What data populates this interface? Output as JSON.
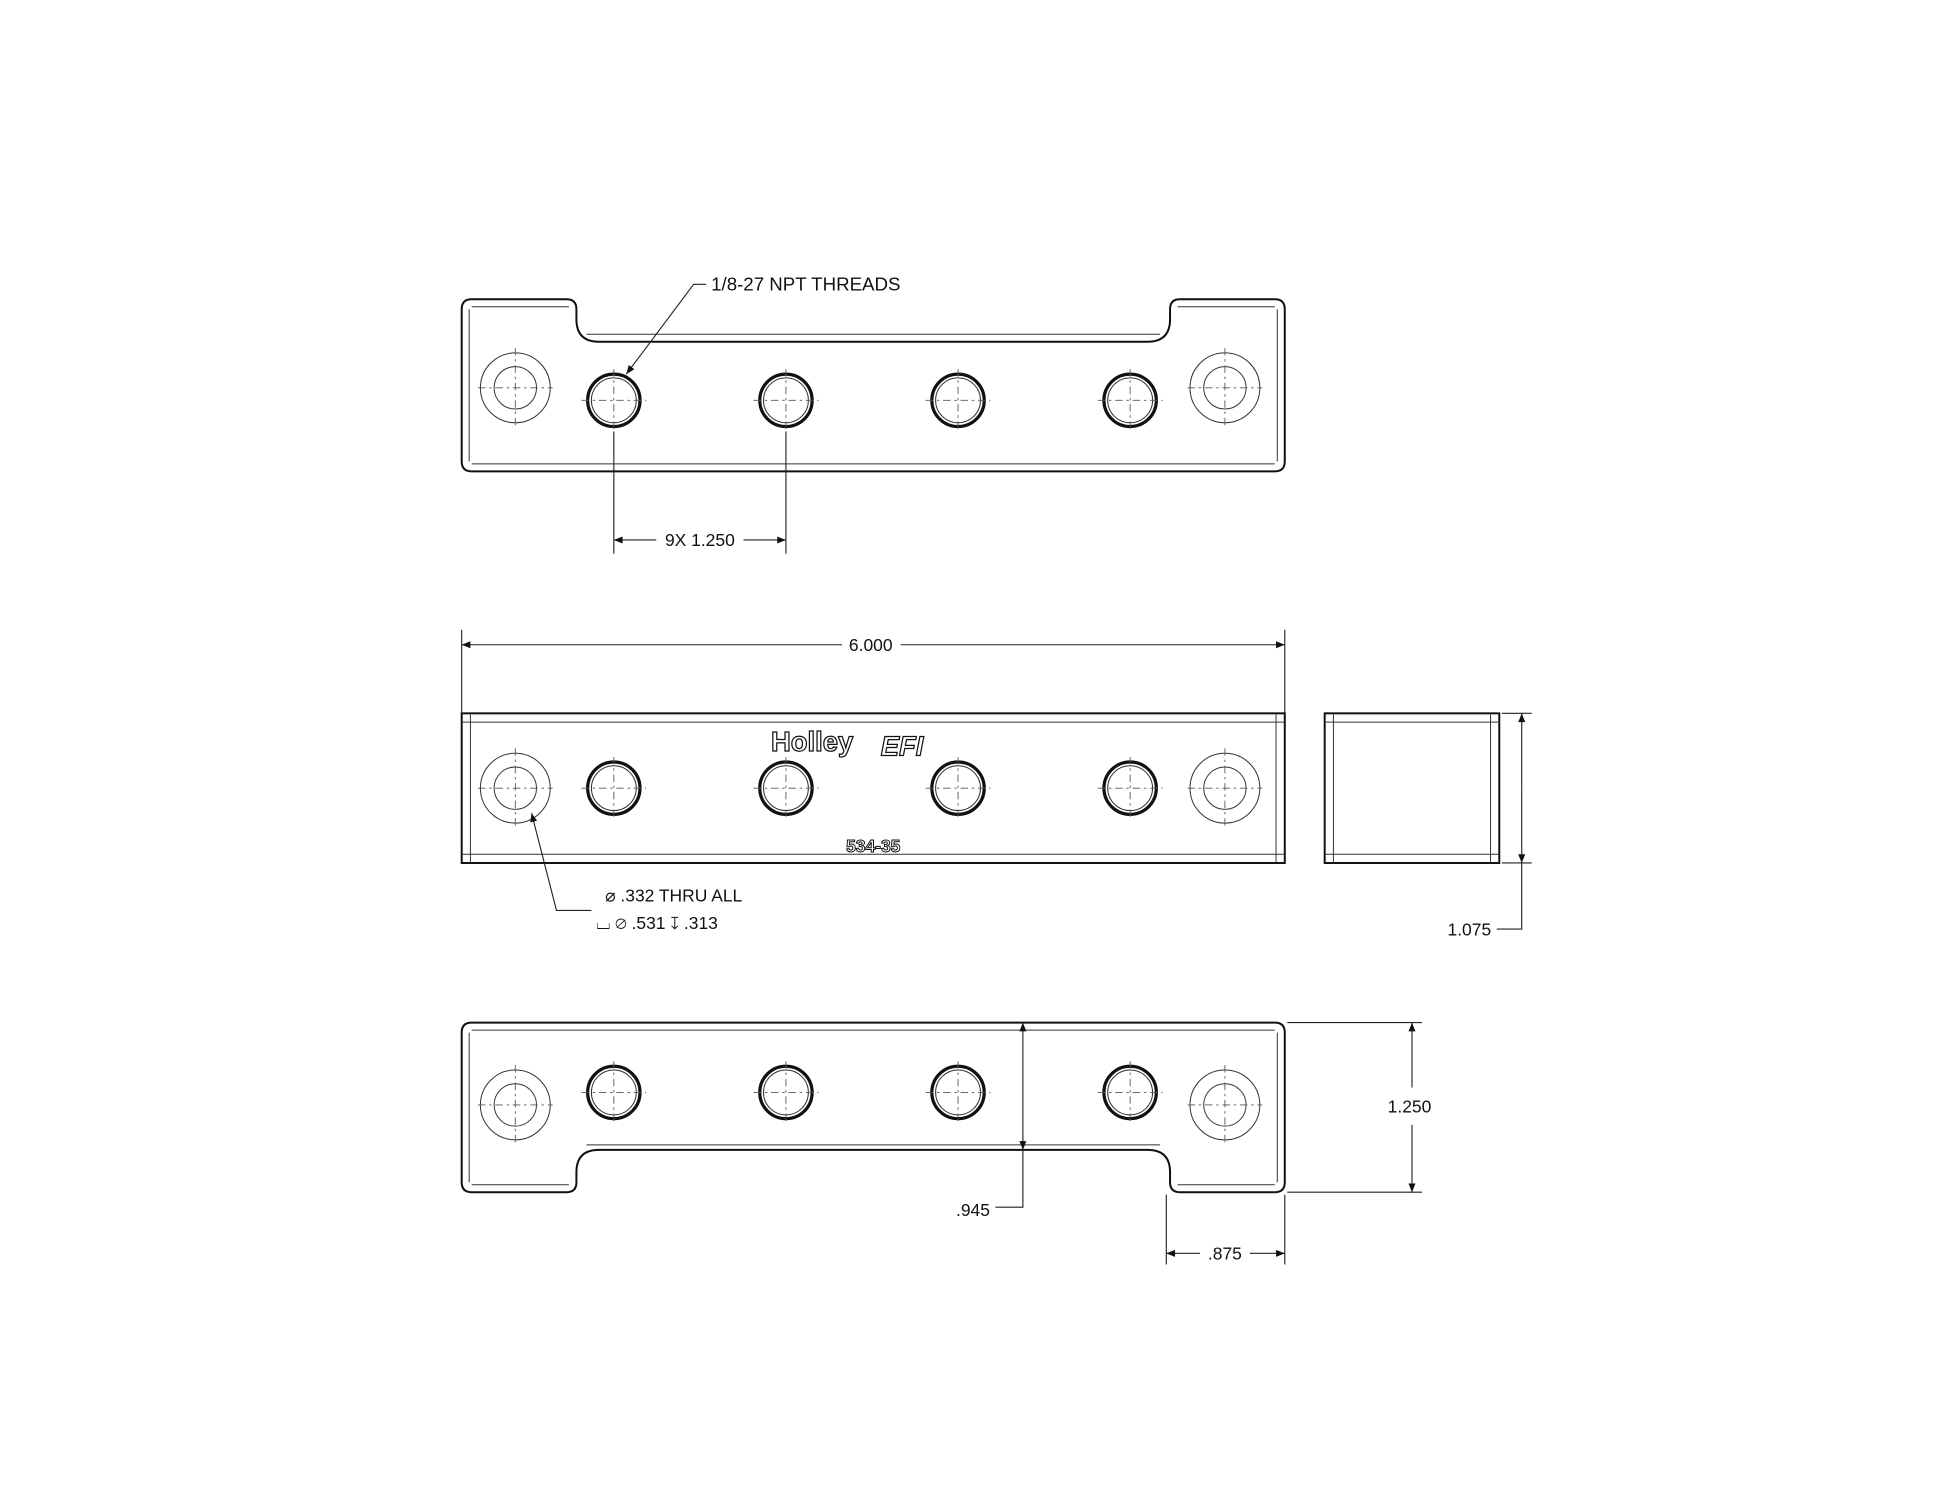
{
  "top_view": {
    "thread_callout": "1/8-27 NPT THREADS",
    "spacing_dim": "9X 1.250"
  },
  "front_view": {
    "length_dim": "6.000",
    "logo": "Holley EFI",
    "logo_text_holley": "Holley",
    "logo_text_efi": "EFI",
    "part_number": "534-35",
    "hole_callout_line1": "⌀ .332 THRU ALL",
    "hole_callout_line2": "⌴ ⌀ .531 ↧ .313"
  },
  "side_view": {
    "height_dim": "1.075"
  },
  "bottom_view": {
    "notch_depth_dim": ".945",
    "width_dim": "1.250",
    "tab_dim": ".875"
  }
}
